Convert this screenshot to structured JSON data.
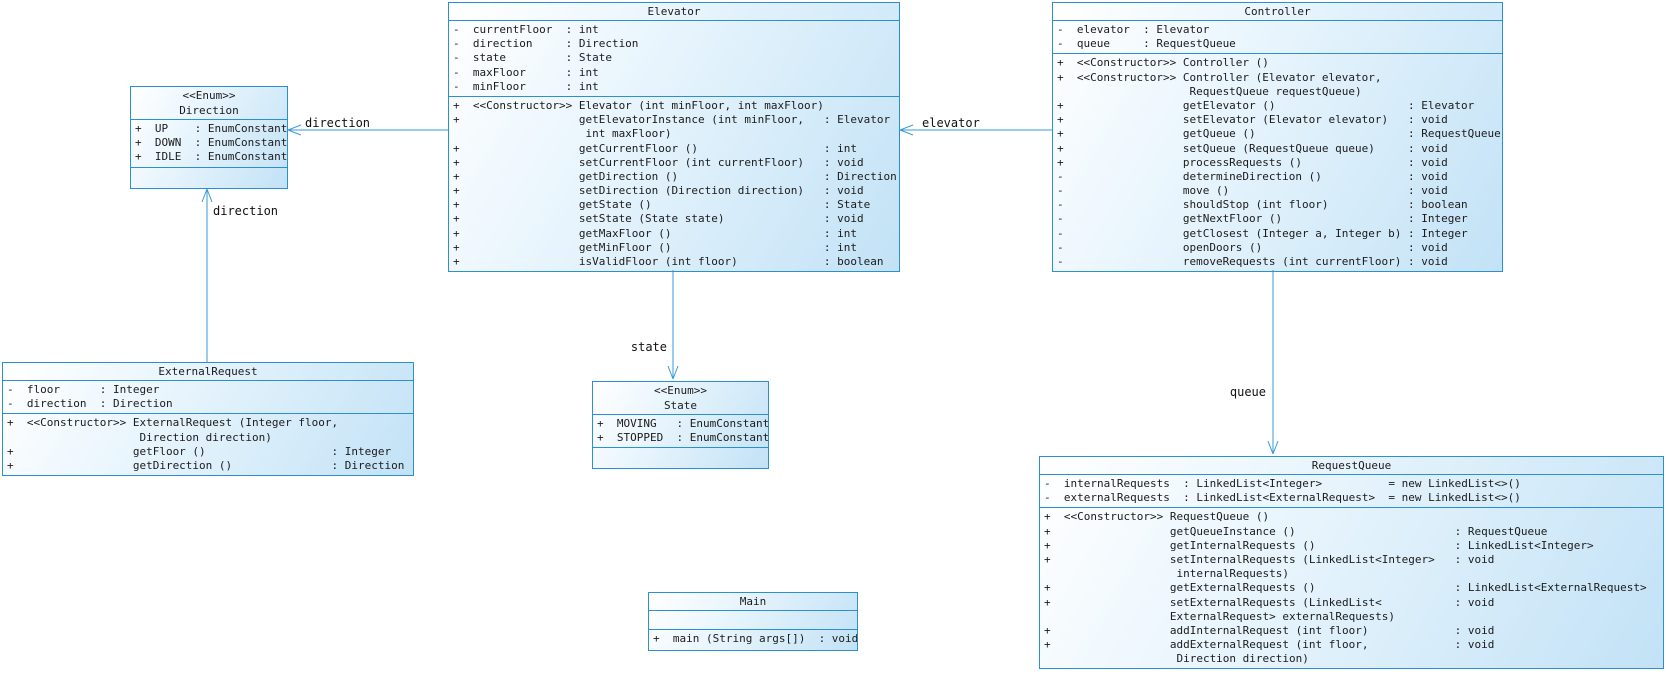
{
  "colors": {
    "box_border": "#2b8fd0",
    "box_fill_light": "#ffffff",
    "box_fill_blue": "#c2e2f6",
    "association_line": "#3a9ad9",
    "text": "#1b1b1b"
  },
  "classes": [
    {
      "name": "Elevator",
      "stereotype": "",
      "attributes": [
        "-  currentFloor  : int",
        "-  direction     : Direction",
        "-  state         : State",
        "-  maxFloor      : int",
        "-  minFloor      : int"
      ],
      "methods": [
        "+  <<Constructor>> Elevator (int minFloor, int maxFloor)",
        "+                  getElevatorInstance (int minFloor,   : Elevator",
        "                    int maxFloor)",
        "+                  getCurrentFloor ()                   : int",
        "+                  setCurrentFloor (int currentFloor)   : void",
        "+                  getDirection ()                      : Direction",
        "+                  setDirection (Direction direction)   : void",
        "+                  getState ()                          : State",
        "+                  setState (State state)               : void",
        "+                  getMaxFloor ()                       : int",
        "+                  getMinFloor ()                       : int",
        "+                  isValidFloor (int floor)             : boolean"
      ]
    },
    {
      "name": "Controller",
      "stereotype": "",
      "attributes": [
        "-  elevator  : Elevator",
        "-  queue     : RequestQueue"
      ],
      "methods": [
        "+  <<Constructor>> Controller ()",
        "+  <<Constructor>> Controller (Elevator elevator,",
        "                    RequestQueue requestQueue)",
        "+                  getElevator ()                    : Elevator",
        "+                  setElevator (Elevator elevator)   : void",
        "+                  getQueue ()                       : RequestQueue",
        "+                  setQueue (RequestQueue queue)     : void",
        "+                  processRequests ()                : void",
        "-                  determineDirection ()             : void",
        "-                  move ()                           : void",
        "-                  shouldStop (int floor)            : boolean",
        "-                  getNextFloor ()                   : Integer",
        "-                  getClosest (Integer a, Integer b) : Integer",
        "-                  openDoors ()                      : void",
        "-                  removeRequests (int currentFloor) : void"
      ]
    },
    {
      "name": "Direction",
      "stereotype": "<<Enum>>",
      "attributes": [
        "+  UP    : EnumConstant",
        "+  DOWN  : EnumConstant",
        "+  IDLE  : EnumConstant"
      ],
      "methods": []
    },
    {
      "name": "ExternalRequest",
      "stereotype": "",
      "attributes": [
        "-  floor      : Integer",
        "-  direction  : Direction"
      ],
      "methods": [
        "+  <<Constructor>> ExternalRequest (Integer floor,",
        "                    Direction direction)",
        "+                  getFloor ()                   : Integer",
        "+                  getDirection ()               : Direction"
      ]
    },
    {
      "name": "State",
      "stereotype": "<<Enum>>",
      "attributes": [
        "+  MOVING   : EnumConstant",
        "+  STOPPED  : EnumConstant"
      ],
      "methods": []
    },
    {
      "name": "Main",
      "stereotype": "",
      "attributes": [],
      "methods": [
        "+  main (String args[])  : void"
      ]
    },
    {
      "name": "RequestQueue",
      "stereotype": "",
      "attributes": [
        "-  internalRequests  : LinkedList<Integer>          = new LinkedList<>()",
        "-  externalRequests  : LinkedList<ExternalRequest>  = new LinkedList<>()"
      ],
      "methods": [
        "+  <<Constructor>> RequestQueue ()",
        "+                  getQueueInstance ()                        : RequestQueue",
        "+                  getInternalRequests ()                     : LinkedList<Integer>",
        "+                  setInternalRequests (LinkedList<Integer>   : void",
        "                    internalRequests)",
        "+                  getExternalRequests ()                     : LinkedList<ExternalRequest>",
        "+                  setExternalRequests (LinkedList<           : void",
        "                   ExternalRequest> externalRequests)",
        "+                  addInternalRequest (int floor)             : void",
        "+                  addExternalRequest (int floor,             : void",
        "                    Direction direction)"
      ]
    }
  ],
  "edges": [
    {
      "from": "Elevator",
      "to": "Direction",
      "label": "direction"
    },
    {
      "from": "Controller",
      "to": "Elevator",
      "label": "elevator"
    },
    {
      "from": "ExternalRequest",
      "to": "Direction",
      "label": "direction"
    },
    {
      "from": "Elevator",
      "to": "State",
      "label": "state"
    },
    {
      "from": "Controller",
      "to": "RequestQueue",
      "label": "queue"
    }
  ]
}
